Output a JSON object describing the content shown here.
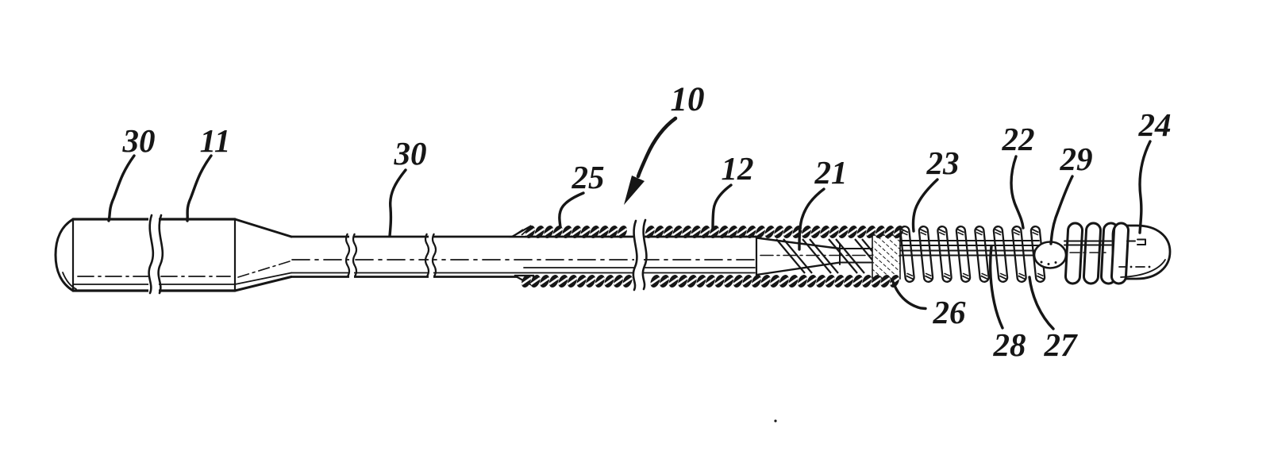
{
  "figure": {
    "background": "#ffffff",
    "ink": "#161616",
    "labels": {
      "ref30a": {
        "text": "30"
      },
      "ref11": {
        "text": "11"
      },
      "ref30b": {
        "text": "30"
      },
      "ref25": {
        "text": "25"
      },
      "ref10": {
        "text": "10"
      },
      "ref12": {
        "text": "12"
      },
      "ref21": {
        "text": "21"
      },
      "ref23": {
        "text": "23"
      },
      "ref22": {
        "text": "22"
      },
      "ref29": {
        "text": "29"
      },
      "ref24": {
        "text": "24"
      },
      "ref26": {
        "text": "26"
      },
      "ref28": {
        "text": "28"
      },
      "ref27": {
        "text": "27"
      }
    }
  }
}
